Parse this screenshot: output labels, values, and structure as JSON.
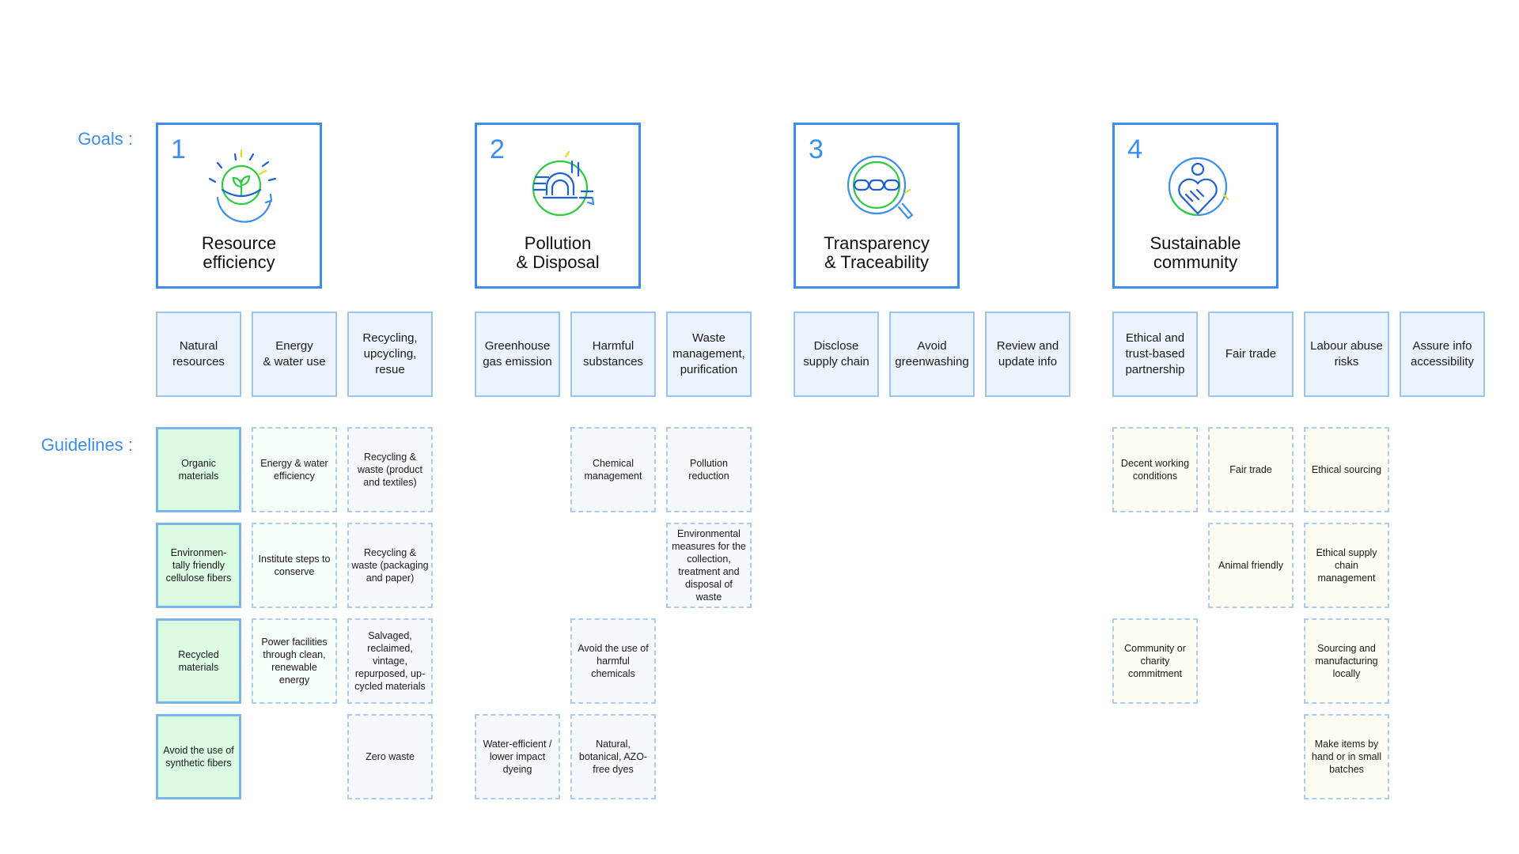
{
  "labels": {
    "goals": "Goals :",
    "guidelines": "Guidelines :"
  },
  "goals": [
    {
      "number": "1",
      "title": "Resource\nefficiency",
      "icon": "plant-cycle-icon"
    },
    {
      "number": "2",
      "title": "Pollution\n& Disposal",
      "icon": "factory-pollution-icon"
    },
    {
      "number": "3",
      "title": "Transparency\n& Traceability",
      "icon": "chain-magnifier-icon"
    },
    {
      "number": "4",
      "title": "Sustainable\ncommunity",
      "icon": "handshake-heart-icon"
    }
  ],
  "subgoals": [
    [
      "Natural\nresources",
      "Energy\n& water use",
      "Recycling,\nupcycling,\nresue"
    ],
    [
      "Greenhouse\ngas emission",
      "Harmful\nsubstances",
      "Waste\nmanagement,\npurification"
    ],
    [
      "Disclose\nsupply chain",
      "Avoid\ngreenwashing",
      "Review and\nupdate info"
    ],
    [
      "Ethical and\ntrust-based\npartnership",
      "Fair trade",
      "Labour abuse\nrisks",
      "Assure info\naccessibility"
    ]
  ],
  "guidelines": {
    "natural_resources": [
      "Organic\nmaterials",
      "Environmen-\ntally friendly\ncellulose fibers",
      "Recycled\nmaterials",
      "Avoid the use of\nsynthetic fibers"
    ],
    "energy_water": [
      "Energy & water\nefficiency",
      "Institute steps to\nconserve",
      "Power facilities\nthrough clean,\nrenewable\nenergy"
    ],
    "recycling": [
      "Recycling &\nwaste (product\nand textiles)",
      "Recycling &\nwaste (packaging\nand paper)",
      "Salvaged,\nreclaimed,\nvintage,\nrepurposed, up-\ncycled materials",
      "Zero waste"
    ],
    "greenhouse": [
      "Water-efficient /\nlower impact\ndyeing"
    ],
    "harmful": [
      "Chemical\nmanagement",
      "Avoid the use of\nharmful\nchemicals",
      "Natural,\nbotanical, AZO-\nfree   dyes"
    ],
    "waste": [
      "Pollution\nreduction",
      "Environmental\nmeasures for the\ncollection,\ntreatment and\ndisposal of\nwaste"
    ],
    "ethical_partnership": [
      "Decent working\nconditions",
      "Community  or\ncharity\ncommitment"
    ],
    "fair_trade": [
      "Fair trade",
      "Animal  friendly"
    ],
    "labour_abuse": [
      "Ethical sourcing",
      "Ethical supply\nchain\nmanagement",
      "Sourcing and\nmanufacturing\nlocally",
      "Make items by\nhand or in small\nbatches"
    ]
  },
  "colors": {
    "accent": "#3b8ef0",
    "green": "#2ecc40",
    "yellow": "#d9e021"
  }
}
